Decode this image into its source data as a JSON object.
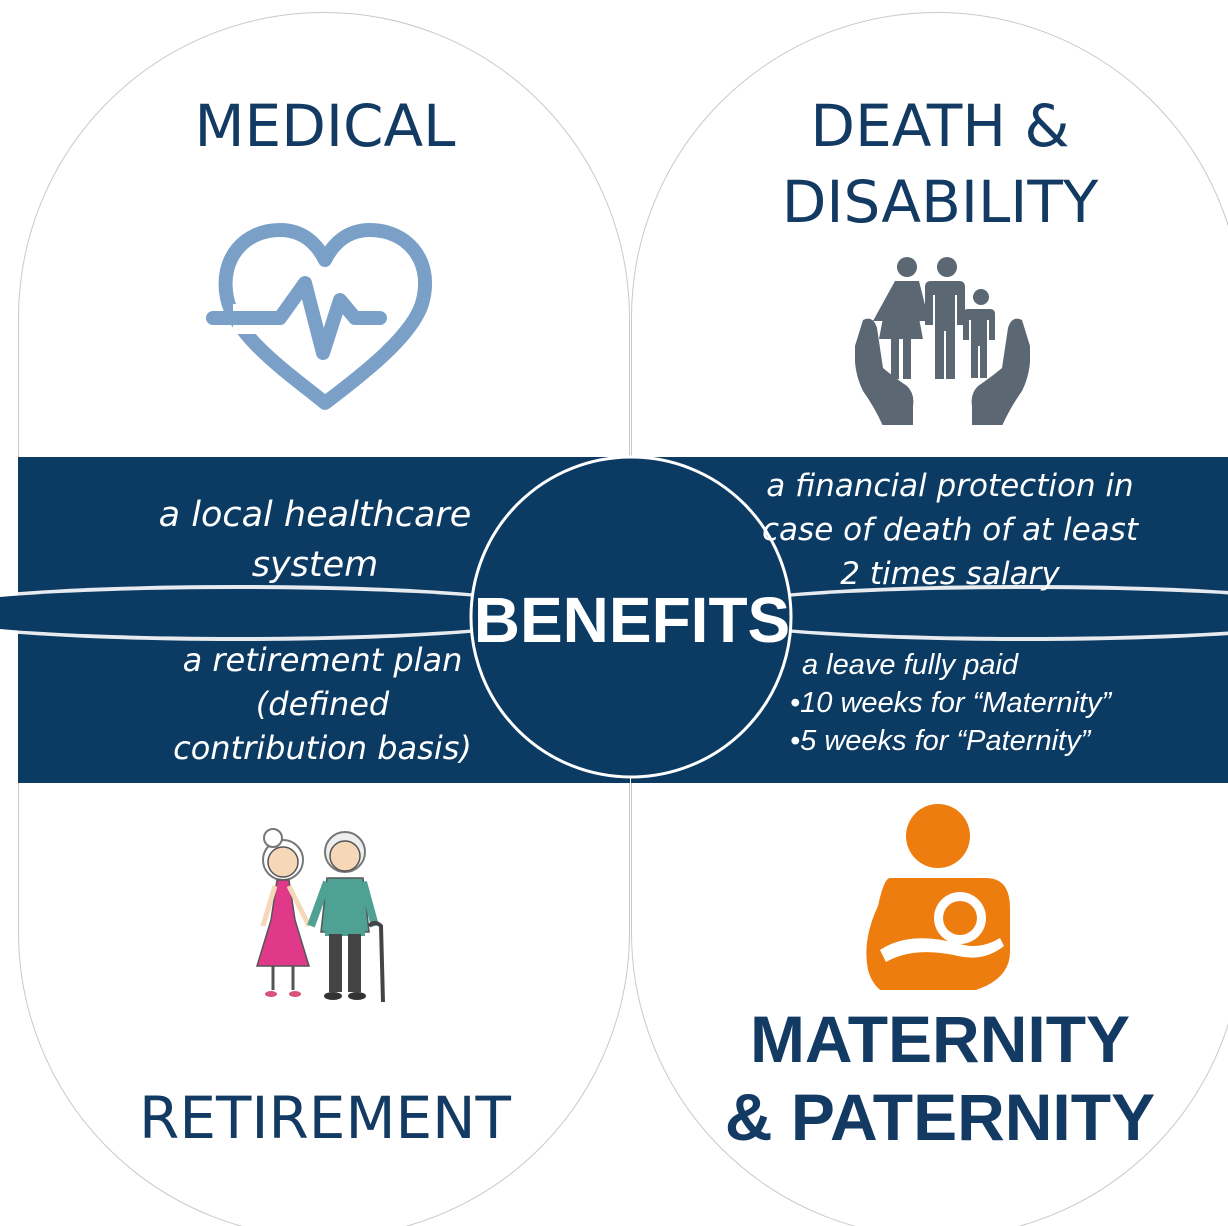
{
  "center": {
    "title": "BENEFITS"
  },
  "medical": {
    "title": "MEDICAL",
    "description": [
      "a local healthcare",
      "system"
    ]
  },
  "death": {
    "title_lines": [
      "DEATH &",
      "DISABILITY"
    ],
    "description": [
      "a financial protection in",
      "case of death of at least",
      "2 times salary"
    ]
  },
  "retirement": {
    "title": "RETIREMENT",
    "description": [
      "a retirement plan",
      "(defined",
      "contribution basis)"
    ]
  },
  "maternity": {
    "title_lines": [
      "MATERNITY",
      "& PATERNITY"
    ],
    "description": [
      "a leave fully paid",
      "•10 weeks for “Maternity”",
      "•5 weeks for “Paternity”"
    ]
  },
  "icons": {
    "medical": "heart-pulse-icon",
    "death": "family-in-hands-icon",
    "retirement": "elderly-couple-icon",
    "maternity": "mother-nursing-icon"
  },
  "colors": {
    "navy": "#0b3a63",
    "title_blue": "#133a63",
    "heart_blue": "#7ba0c8",
    "family_gray": "#5b6772",
    "maternity_orange": "#ee7d0f",
    "border_gray": "#c9c9c9",
    "text_white": "#ffffff"
  }
}
